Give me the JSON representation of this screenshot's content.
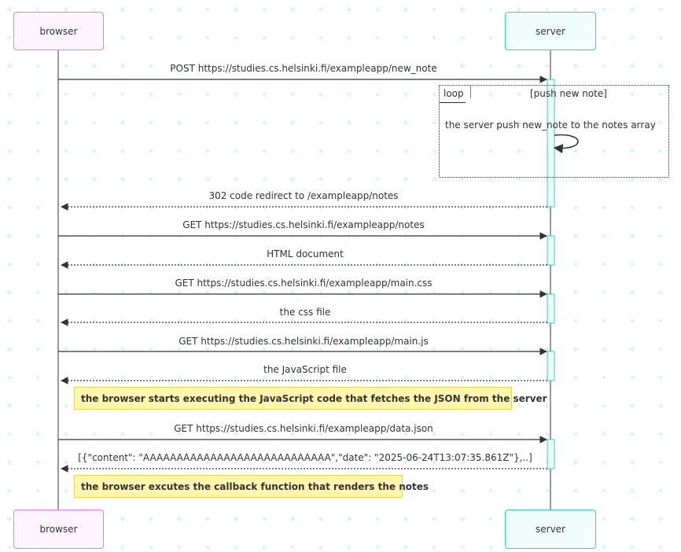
{
  "participants": {
    "browser": "browser",
    "server": "server"
  },
  "messages": [
    {
      "id": "post-new-note",
      "text": "POST https://studies.cs.helsinki.fi/exampleapp/new_note",
      "direction": "to-server",
      "style": "solid"
    },
    {
      "id": "redirect",
      "text": "302 code redirect to /exampleapp/notes",
      "direction": "to-browser",
      "style": "dotted"
    },
    {
      "id": "get-notes",
      "text": "GET https://studies.cs.helsinki.fi/exampleapp/notes",
      "direction": "to-server",
      "style": "solid"
    },
    {
      "id": "html-document",
      "text": "HTML document",
      "direction": "to-browser",
      "style": "dotted"
    },
    {
      "id": "get-main-css",
      "text": "GET https://studies.cs.helsinki.fi/exampleapp/main.css",
      "direction": "to-server",
      "style": "solid"
    },
    {
      "id": "css-file",
      "text": "the css file",
      "direction": "to-browser",
      "style": "dotted"
    },
    {
      "id": "get-main-js",
      "text": "GET https://studies.cs.helsinki.fi/exampleapp/main.js",
      "direction": "to-server",
      "style": "solid"
    },
    {
      "id": "js-file",
      "text": "the JavaScript file",
      "direction": "to-browser",
      "style": "dotted"
    },
    {
      "id": "get-data-json",
      "text": "GET https://studies.cs.helsinki.fi/exampleapp/data.json",
      "direction": "to-server",
      "style": "solid"
    },
    {
      "id": "json-response",
      "text": "[{\"content\": \"AAAAAAAAAAAAAAAAAAAAAAAAAAAA\",\"date\": \"2025-06-24T13:07:35.861Z\"},..]",
      "direction": "to-browser",
      "style": "dotted"
    }
  ],
  "loop": {
    "label": "loop",
    "condition": "[push new note]",
    "self_message": "the server push new_note to the notes array"
  },
  "notes": {
    "executing_js": "the browser starts executing the JavaScript code that fetches the JSON from the server",
    "callback": "the browser excutes the callback function that renders the notes"
  },
  "colors": {
    "browser_border": "#e879f9",
    "browser_fill": "#fdf4ff",
    "server_border": "#2dd4bf",
    "server_fill": "#f0fdfa",
    "note_fill": "#fff5ad",
    "note_border": "#e8d44d",
    "line": "#333333",
    "grid_plus": "#c5ece5"
  }
}
